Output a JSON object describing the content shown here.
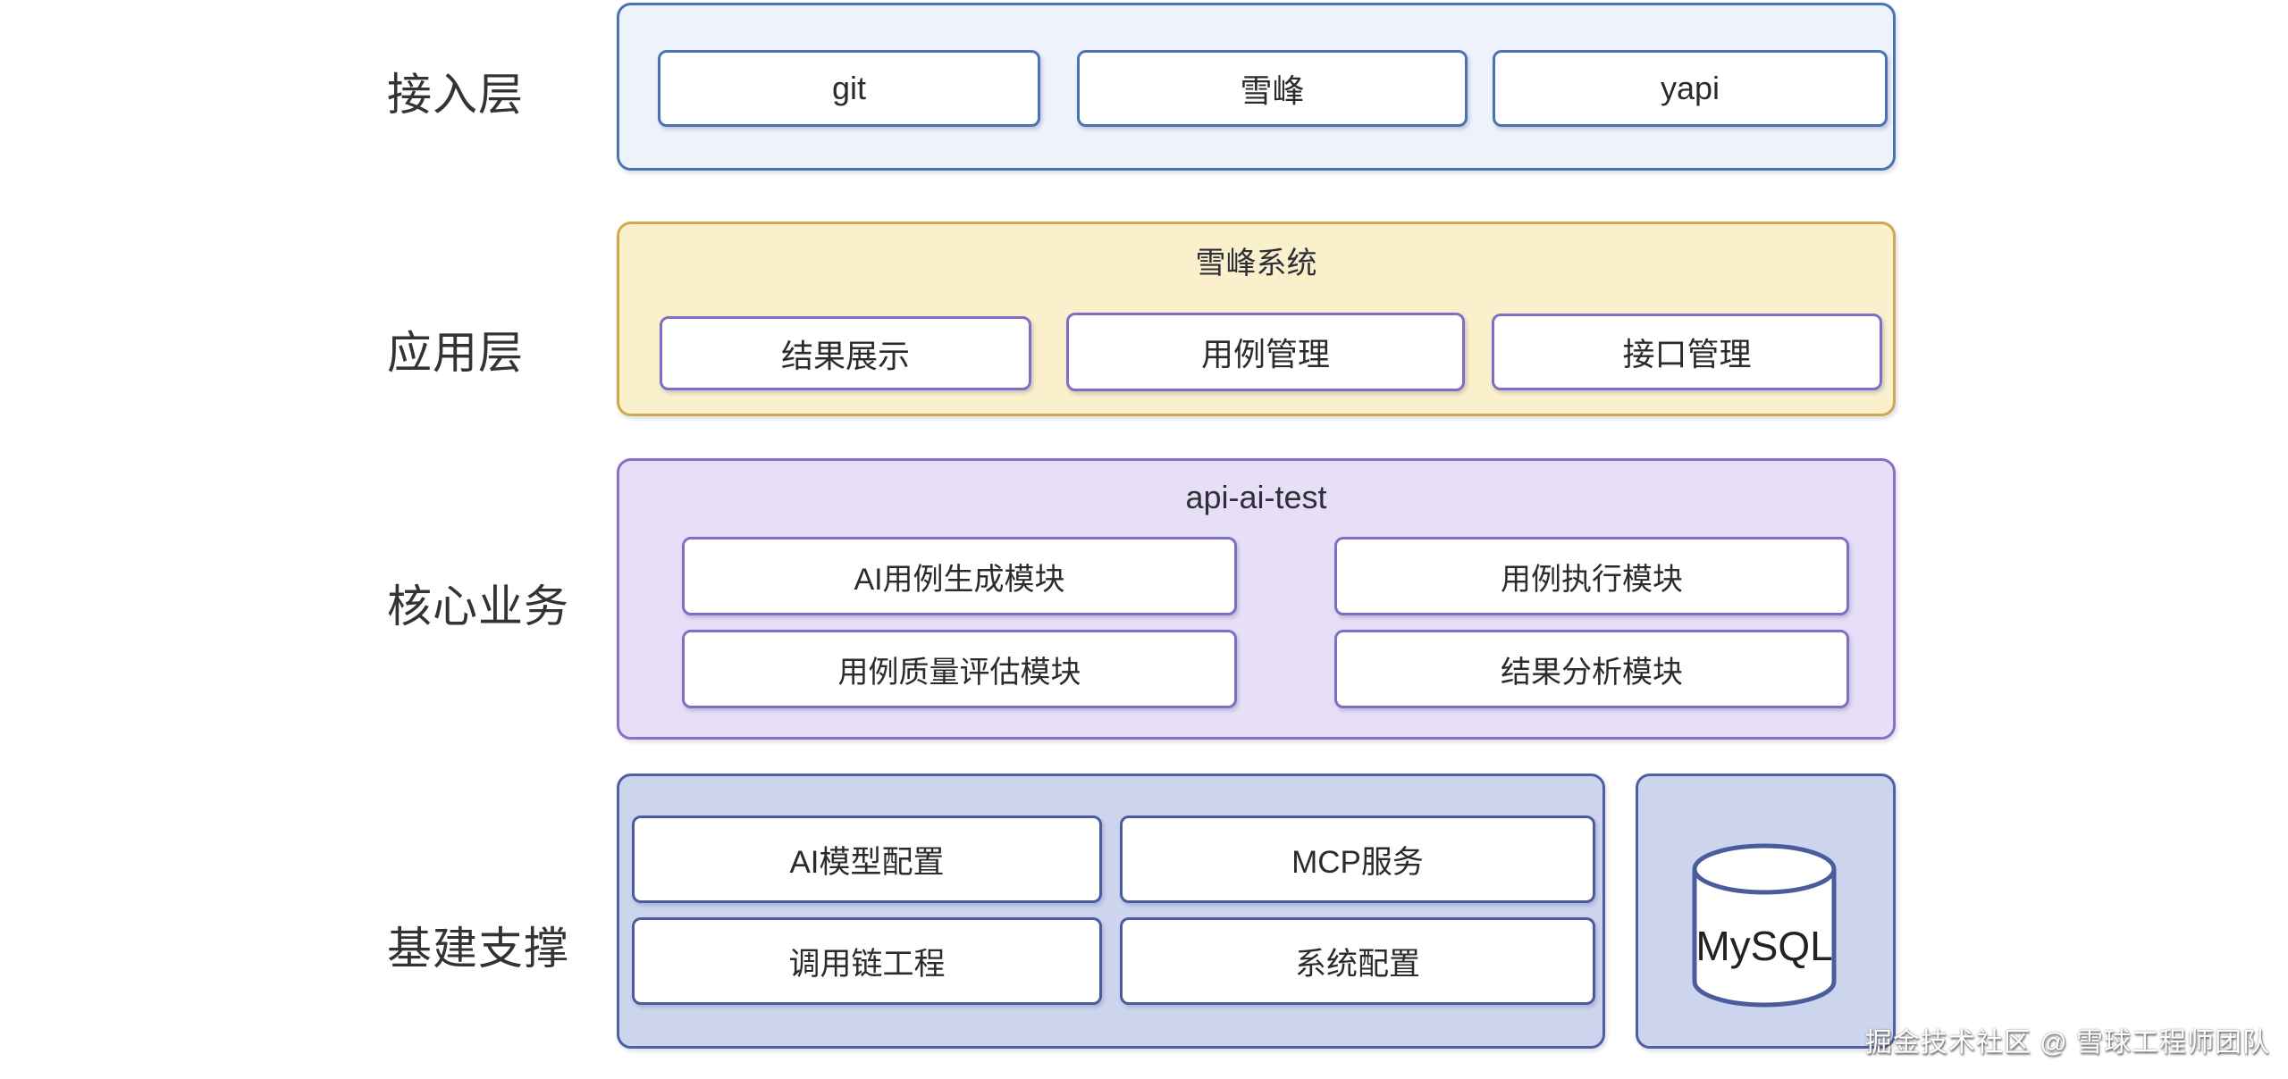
{
  "diagram": {
    "layers": [
      {
        "id": "access",
        "label": "接入层",
        "title": "",
        "boxes": [
          {
            "label": "git"
          },
          {
            "label": "雪峰"
          },
          {
            "label": "yapi"
          }
        ],
        "colors": {
          "fill": "#eef2fb",
          "border": "#4a72b5",
          "box_border": "#4a72b5"
        }
      },
      {
        "id": "application",
        "label": "应用层",
        "title": "雪峰系统",
        "boxes": [
          {
            "label": "结果展示"
          },
          {
            "label": "用例管理"
          },
          {
            "label": "接口管理"
          }
        ],
        "colors": {
          "fill": "#faf0cc",
          "border": "#cfa94e",
          "box_border": "#7e6fc4"
        }
      },
      {
        "id": "core",
        "label": "核心业务",
        "title": "api-ai-test",
        "boxes": [
          {
            "label": "AI用例生成模块"
          },
          {
            "label": "用例执行模块"
          },
          {
            "label": "用例质量评估模块"
          },
          {
            "label": "结果分析模块"
          }
        ],
        "colors": {
          "fill": "#e7dff7",
          "border": "#8a6fc5",
          "box_border": "#7e6fc4"
        }
      },
      {
        "id": "infrastructure",
        "label": "基建支撑",
        "title": "",
        "boxes": [
          {
            "label": "AI模型配置"
          },
          {
            "label": "MCP服务"
          },
          {
            "label": "调用链工程"
          },
          {
            "label": "系统配置"
          }
        ],
        "database": {
          "label": "MySQL"
        },
        "colors": {
          "fill": "#cdd5ee",
          "border": "#4d60a5",
          "box_border": "#4b5c9d"
        }
      }
    ],
    "watermark": "掘金技术社区 @ 雪球工程师团队",
    "palette": {
      "text": "#2b2b2b",
      "label_text": "#333333",
      "node_fill": "#ffffff"
    }
  }
}
